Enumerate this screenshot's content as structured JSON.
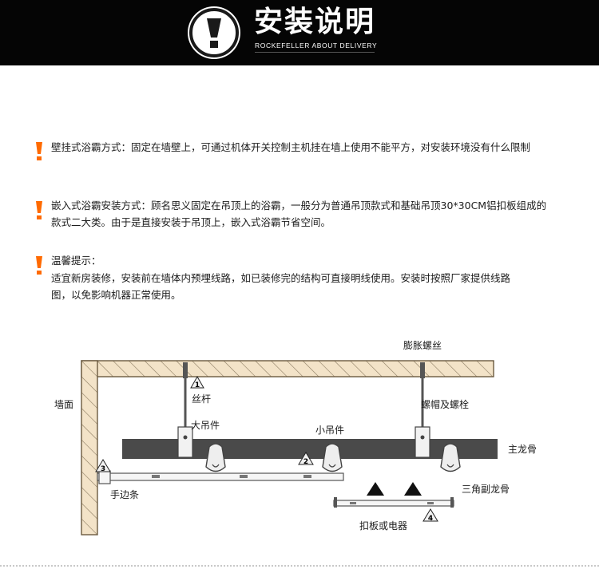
{
  "header": {
    "title": "安装说明",
    "subtitle": "ROCKEFELLER ABOUT DELIVERY",
    "badge_icon": "exclamation-icon"
  },
  "sections": [
    {
      "icon": "exclamation-icon",
      "text": "壁挂式浴霸方式：固定在墙壁上，可通过机体开关控制主机挂在墙上使用不能平方，对安装环境没有什么限制"
    },
    {
      "icon": "exclamation-icon",
      "text": "嵌入式浴霸安装方式：顾名思义固定在吊顶上的浴霸，一般分为普通吊顶款式和基础吊顶30*30CM铝扣板组成的款式二大类。由于是直接安装于吊顶上，嵌入式浴霸节省空间。"
    },
    {
      "icon": "exclamation-icon",
      "title": "温馨提示：",
      "text": "适宜新房装修，安装前在墙体内预埋线路，如已装修完的结构可直接明线使用。安装时按照厂家提供线路图，以免影响机器正常使用。"
    }
  ],
  "diagram": {
    "labels": {
      "expansion_screw": "膨胀螺丝",
      "wall": "墙面",
      "rod": "丝杆",
      "nut_bolt": "螺帽及螺栓",
      "big_hanger": "大吊件",
      "small_hanger": "小吊件",
      "main_keel": "主龙骨",
      "edge_strip": "手边条",
      "triangle_keel": "三角副龙骨",
      "panel": "扣板或电器"
    },
    "markers": [
      "1",
      "2",
      "3",
      "4"
    ]
  },
  "colors": {
    "accent": "#ff6a00",
    "header_bg": "#050505",
    "keel": "#4a4a4a",
    "wall_fill": "#f3e3c8"
  }
}
